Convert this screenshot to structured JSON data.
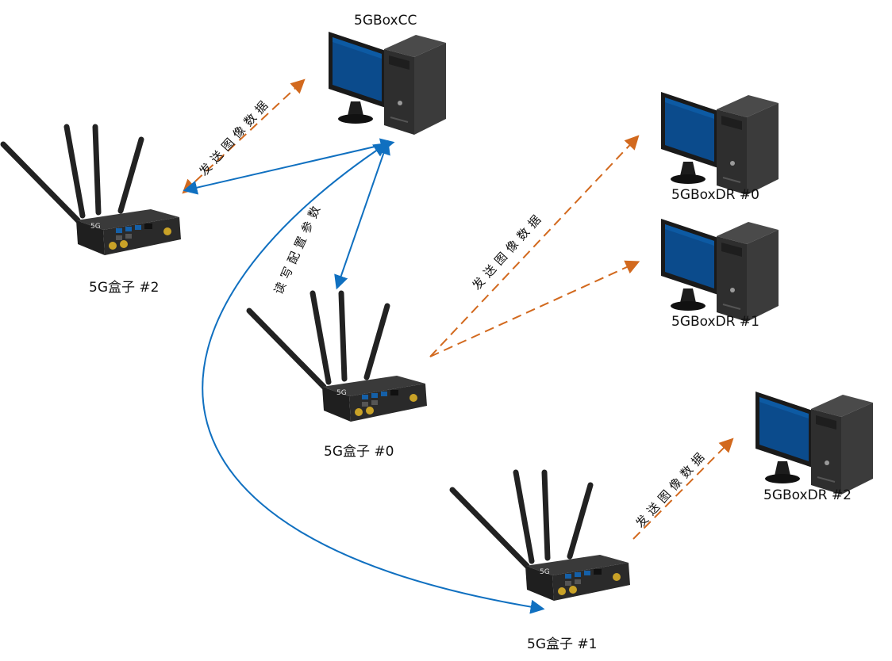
{
  "nodes": {
    "cc": {
      "label": "5GBoxCC"
    },
    "dr0": {
      "label": "5GBoxDR #0"
    },
    "dr1": {
      "label": "5GBoxDR #1"
    },
    "dr2": {
      "label": "5GBoxDR #2"
    },
    "box0": {
      "label": "5G盒子 #0"
    },
    "box1": {
      "label": "5G盒子 #1"
    },
    "box2": {
      "label": "5G盒子 #2"
    }
  },
  "edges": {
    "send_box2_cc": {
      "label": "发送图像数据"
    },
    "rw_cc_box0": {
      "label": "读写配置参数"
    },
    "send_box0_dr": {
      "label": "发送图像数据"
    },
    "send_box1_dr2": {
      "label": "发送图像数据"
    }
  },
  "colors": {
    "send_arrow": "#d2691e",
    "config_arrow": "#1070c0",
    "monitor_screen": "#0b4b8c",
    "device_body": "#2a2a2a"
  },
  "icons": {
    "computer": "desktop-computer-icon",
    "router": "5g-router-icon"
  }
}
